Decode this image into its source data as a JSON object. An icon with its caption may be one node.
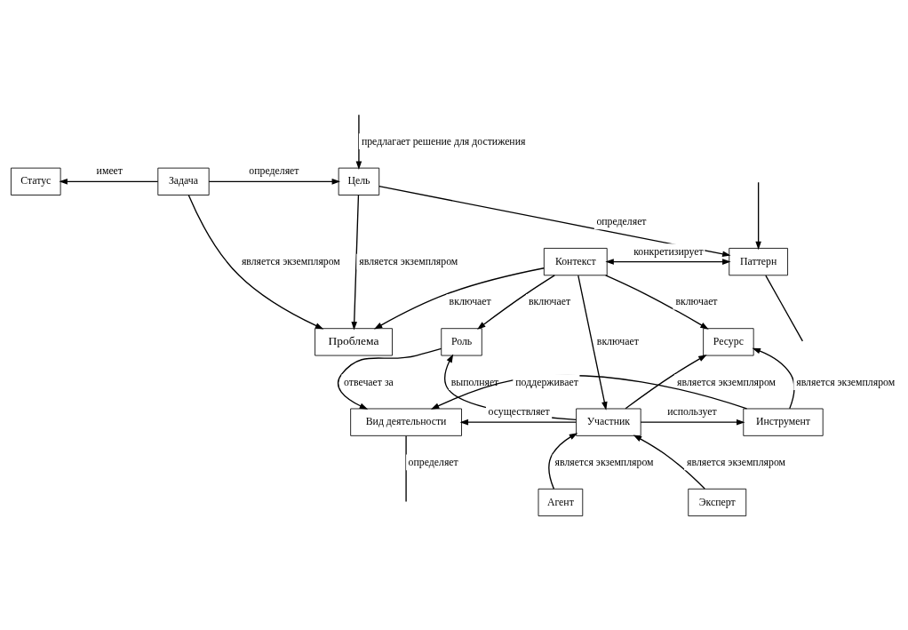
{
  "diagram": {
    "nodes": [
      {
        "text": [
          "Статус"
        ]
      },
      {
        "text": [
          "Задача"
        ]
      },
      {
        "text": [
          "Цель"
        ]
      },
      {
        "text": [
          "Проблема"
        ]
      },
      {
        "text": [
          "Контекст"
        ]
      },
      {
        "text": [
          "Паттерн"
        ]
      },
      {
        "text": [
          "Роль"
        ]
      },
      {
        "text": [
          "Ресурс"
        ]
      },
      {
        "text": [
          "Вид деятельности"
        ]
      },
      {
        "text": [
          "Участник"
        ]
      },
      {
        "text": [
          "Инструмент"
        ]
      },
      {
        "text": [
          "Эксперт"
        ]
      },
      {
        "text": [
          "Агент"
        ]
      }
    ],
    "edges": [
      {
        "from": null,
        "to": 2,
        "arrow": "to",
        "label": "предлагает решение для достижения"
      },
      {
        "from": 1,
        "to": 0,
        "arrow": "to",
        "label": "имеет"
      },
      {
        "from": 1,
        "to": 2,
        "arrow": "to",
        "label": "определяет"
      },
      {
        "from": 1,
        "to": 3,
        "arrow": "to",
        "label": "является экземпляром"
      },
      {
        "from": 2,
        "to": 3,
        "arrow": "to",
        "label": "является экземпляром"
      },
      {
        "from": 2,
        "to": 5,
        "arrow": "to",
        "label": "определяет"
      },
      {
        "from": 4,
        "to": 3,
        "arrow": "to",
        "label": "включает"
      },
      {
        "from": 4,
        "to": 6,
        "arrow": "to",
        "label": "включает"
      },
      {
        "from": 4,
        "to": 5,
        "arrow": "both",
        "label": "конкретизирует"
      },
      {
        "from": 5,
        "to": null,
        "arrow": "none"
      },
      {
        "from": null,
        "to": 5,
        "arrow": "to"
      },
      {
        "from": 4,
        "to": 7,
        "arrow": "to",
        "label": "включает"
      },
      {
        "from": 4,
        "to": 9,
        "arrow": "to",
        "label": "включает"
      },
      {
        "from": 9,
        "to": 6,
        "arrow": "to",
        "label": "выполняет"
      },
      {
        "from": 9,
        "to": 7,
        "arrow": "to",
        "label": "является экземпляром"
      },
      {
        "from": 10,
        "to": 7,
        "arrow": "to",
        "label": "является экземпляром"
      },
      {
        "from": 6,
        "to": 8,
        "arrow": "to",
        "label": "отвечает за"
      },
      {
        "from": 9,
        "to": 8,
        "arrow": "to",
        "label": "осуществляет"
      },
      {
        "from": 9,
        "to": 10,
        "arrow": "to",
        "label": "использует"
      },
      {
        "from": 11,
        "to": 9,
        "arrow": "to",
        "label": "является экземпляром"
      },
      {
        "from": 12,
        "to": 9,
        "arrow": "to",
        "label": "является экземпляром"
      },
      {
        "from": 10,
        "to": 8,
        "arrow": "to",
        "label": "поддерживает"
      },
      {
        "from": 8,
        "to": null,
        "arrow": "none",
        "label": "определяет"
      }
    ]
  }
}
